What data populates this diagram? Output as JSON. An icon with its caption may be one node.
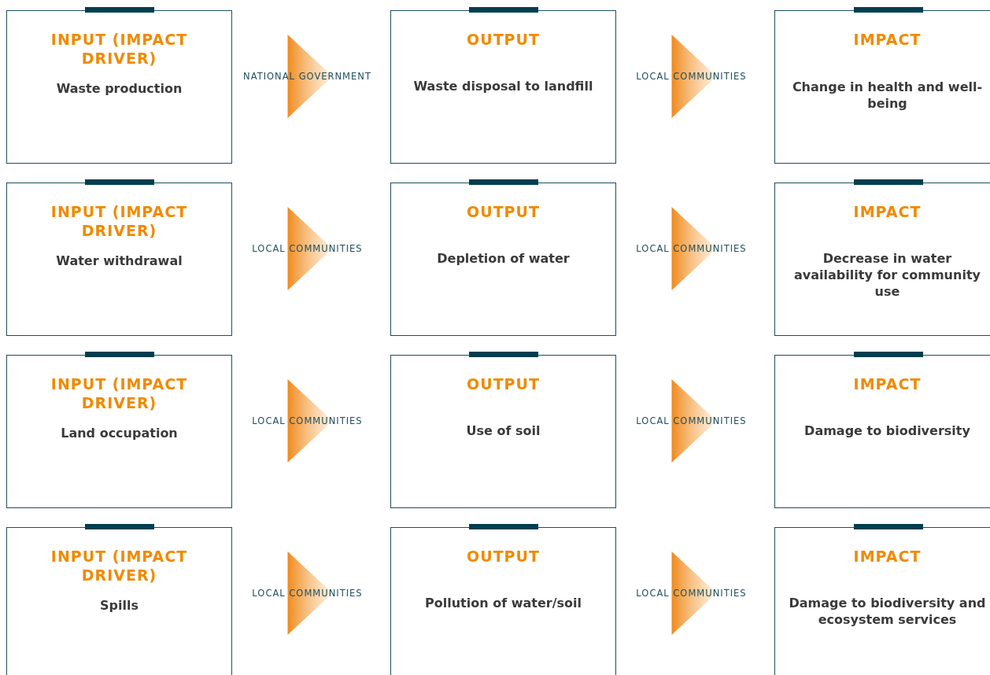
{
  "diagram": {
    "nodes": [
      {
        "text": [
          "INPUT (IMPACT DRIVER)",
          "Waste production"
        ]
      },
      {
        "text": [
          "OUTPUT",
          "Waste disposal to landfill"
        ]
      },
      {
        "text": [
          "IMPACT",
          "Change in health and well-being"
        ]
      },
      {
        "text": [
          "INPUT (IMPACT DRIVER)",
          "Water withdrawal"
        ]
      },
      {
        "text": [
          "OUTPUT",
          "Depletion of water"
        ]
      },
      {
        "text": [
          "IMPACT",
          "Decrease in water availability for community use"
        ]
      },
      {
        "text": [
          "INPUT (IMPACT DRIVER)",
          "Land occupation"
        ]
      },
      {
        "text": [
          "OUTPUT",
          "Use of soil"
        ]
      },
      {
        "text": [
          "IMPACT",
          "Damage to biodiversity"
        ]
      },
      {
        "text": [
          "INPUT (IMPACT DRIVER)",
          "Spills"
        ]
      },
      {
        "text": [
          "OUTPUT",
          "Pollution of water/soil"
        ]
      },
      {
        "text": [
          "IMPACT",
          "Damage to biodiversity and ecosystem services"
        ]
      }
    ],
    "edges": [
      {
        "from": 0,
        "to": 1,
        "arrow": "to",
        "label": "NATIONAL GOVERNMENT"
      },
      {
        "from": 1,
        "to": 2,
        "arrow": "to",
        "label": "LOCAL COMMUNITIES"
      },
      {
        "from": 3,
        "to": 4,
        "arrow": "to",
        "label": "LOCAL COMMUNITIES"
      },
      {
        "from": 4,
        "to": 5,
        "arrow": "to",
        "label": "LOCAL COMMUNITIES"
      },
      {
        "from": 6,
        "to": 7,
        "arrow": "to",
        "label": "LOCAL COMMUNITIES"
      },
      {
        "from": 7,
        "to": 8,
        "arrow": "to",
        "label": "LOCAL COMMUNITIES"
      },
      {
        "from": 9,
        "to": 10,
        "arrow": "to",
        "label": "LOCAL COMMUNITIES"
      },
      {
        "from": 10,
        "to": 11,
        "arrow": "to",
        "label": "LOCAL COMMUNITIES"
      }
    ]
  }
}
